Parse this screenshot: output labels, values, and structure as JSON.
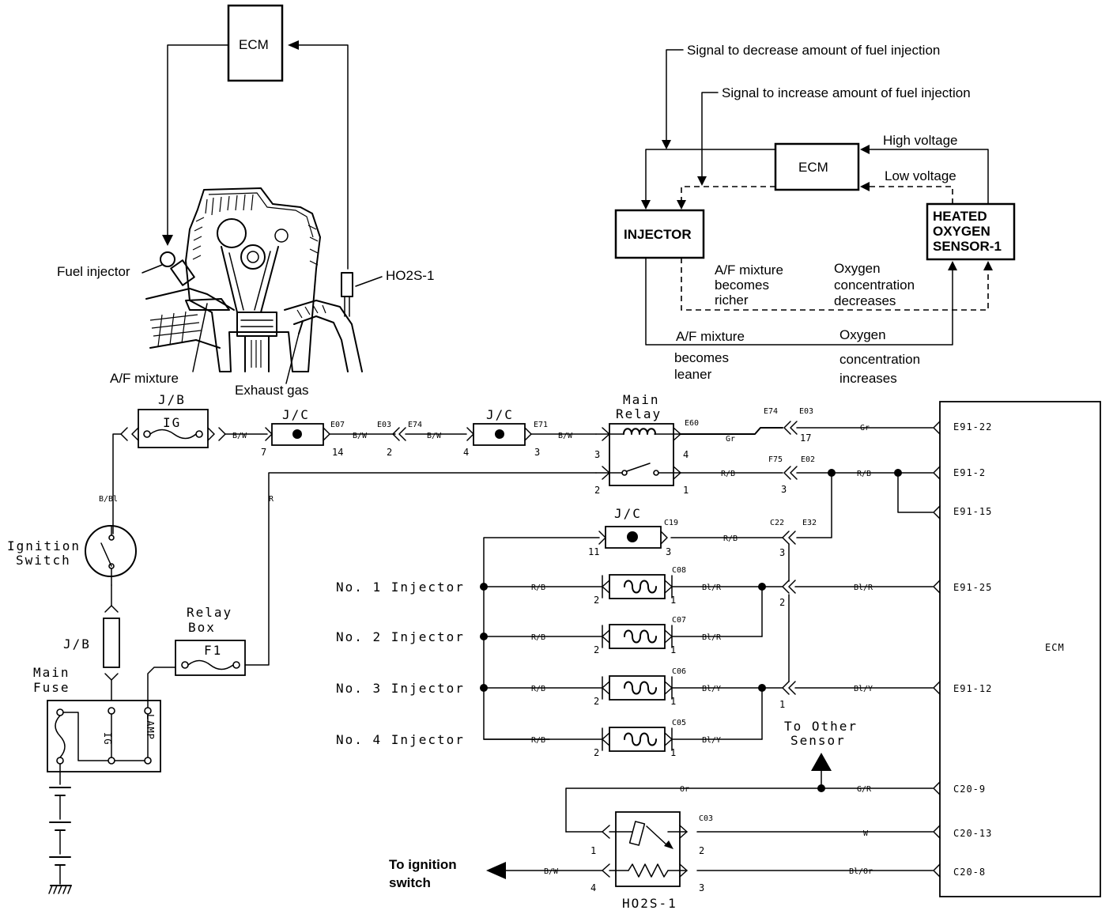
{
  "overview": {
    "ecm": "ECM",
    "fuel_injector": "Fuel injector",
    "ho2s": "HO2S-1",
    "af_mixture": "A/F mixture",
    "exhaust_gas": "Exhaust gas"
  },
  "feedback": {
    "signal_decrease": "Signal to decrease amount of fuel injection",
    "signal_increase": "Signal to increase amount of fuel injection",
    "high_voltage": "High voltage",
    "low_voltage": "Low voltage",
    "ecm": "ECM",
    "injector": "INJECTOR",
    "sensor": [
      "HEATED",
      "OXYGEN",
      "SENSOR-1"
    ],
    "richer": [
      "A/F mixture",
      "becomes",
      "richer"
    ],
    "o2_decreases": [
      "Oxygen",
      "concentration",
      "decreases"
    ],
    "leaner": [
      "A/F mixture",
      "becomes",
      "leaner"
    ],
    "o2_increases": [
      "Oxygen",
      "concentration",
      "increases"
    ]
  },
  "schematic": {
    "jb_top": "J/B",
    "ig_fuse": "IG",
    "ignition_switch": [
      "Ignition",
      "Switch"
    ],
    "jb_side": "J/B",
    "main_fuse": [
      "Main",
      "Fuse"
    ],
    "fuse_ig": "IG",
    "fuse_lamp": "LAMP",
    "relay_box": [
      "Relay",
      "Box"
    ],
    "fuse_f1": "F1",
    "jc": "J/C",
    "main_relay": [
      "Main",
      "Relay"
    ],
    "ecm": "ECM",
    "to_other_sensor": [
      "To Other",
      "Sensor"
    ],
    "to_ignition": [
      "To ignition",
      "switch"
    ],
    "ho2s": "HO2S-1",
    "injectors": [
      "No. 1  Injector",
      "No. 2  Injector",
      "No. 3  Injector",
      "No. 4  Injector"
    ],
    "connectors": {
      "e07": "E07",
      "e03": "E03",
      "e74": "E74",
      "e71": "E71",
      "e60": "E60",
      "e74b": "E74",
      "e03b": "E03",
      "f75": "F75",
      "e02": "E02",
      "c19": "C19",
      "c22": "C22",
      "e32": "E32",
      "c08": "C08",
      "c07": "C07",
      "c06": "C06",
      "c05": "C05",
      "c03": "C03"
    },
    "ecm_pins": [
      "E91-22",
      "E91-2",
      "E91-15",
      "E91-25",
      "E91-12",
      "C20-9",
      "C20-13",
      "C20-8"
    ],
    "wire_colors": {
      "bw": "B/W",
      "gr": "Gr",
      "rb": "R/B",
      "r": "R",
      "bbl": "B/Bl",
      "blr": "Bl/R",
      "bly": "Bl/Y",
      "or": "Or",
      "gr2": "G/R",
      "w": "W",
      "blor": "Bl/Or"
    },
    "pins": {
      "p1": "1",
      "p2": "2",
      "p3": "3",
      "p4": "4",
      "p7": "7",
      "p11": "11",
      "p14": "14",
      "p17": "17"
    }
  }
}
